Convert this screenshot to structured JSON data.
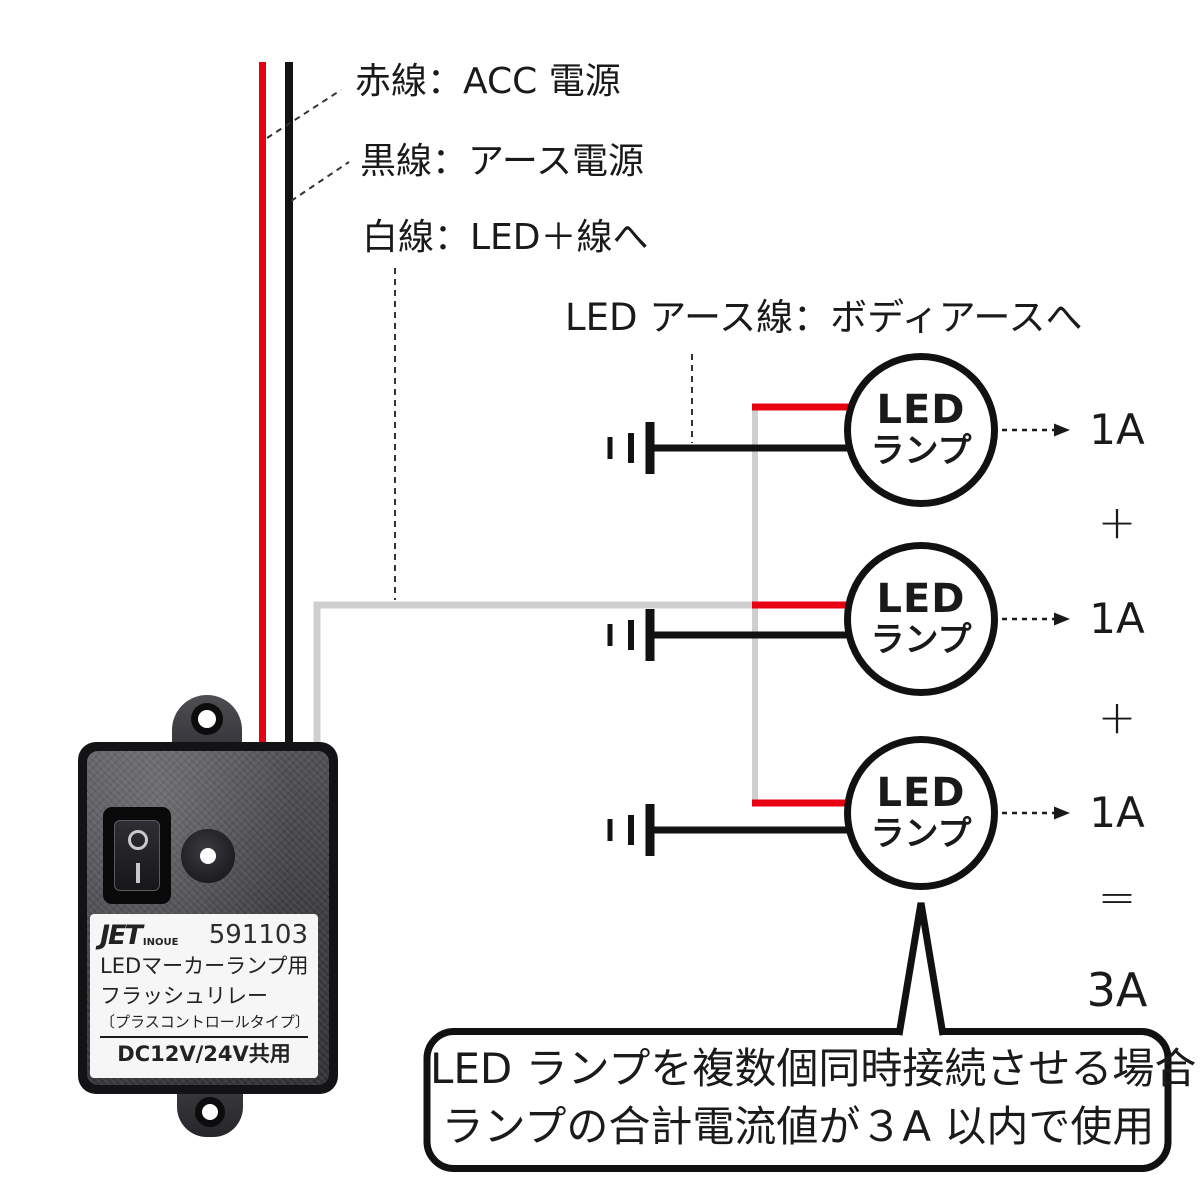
{
  "diagram": {
    "wire_labels": {
      "red": "赤線：ACC 電源",
      "black": "黒線：アース電源",
      "white": "白線：LED＋線へ",
      "led_earth": "LED アース線：ボディアースへ"
    },
    "lamp": {
      "line1": "LED",
      "line2": "ランプ"
    },
    "amps": [
      "1A",
      "1A",
      "1A"
    ],
    "operators": {
      "plus": "+",
      "equals": "=",
      "total": "3A"
    },
    "note": {
      "line1": "LED ランプを複数個同時接続させる場合",
      "line2": "ランプの合計電流値が３A 以内で使用"
    }
  },
  "device": {
    "brand": "JET",
    "brand_sub": "INOUE",
    "model": "591103",
    "product_line1": "LEDマーカーランプ用",
    "product_line2": "フラッシュリレー",
    "product_type": "〔プラスコントロールタイプ〕",
    "voltage": "DC12V/24V共用"
  },
  "icons": {
    "ground_symbol": "chassis-ground",
    "current_arrow": "dashed-arrow-right",
    "switch_off": "circle-outline",
    "switch_on": "vertical-bar",
    "note_bubble": "speech-bubble-with-tail"
  },
  "colors": {
    "acc_red_wire": "#e60012",
    "ground_black_wire": "#121212",
    "led_white_wire": "#cfcfcf",
    "text": "#1a1a1a"
  }
}
